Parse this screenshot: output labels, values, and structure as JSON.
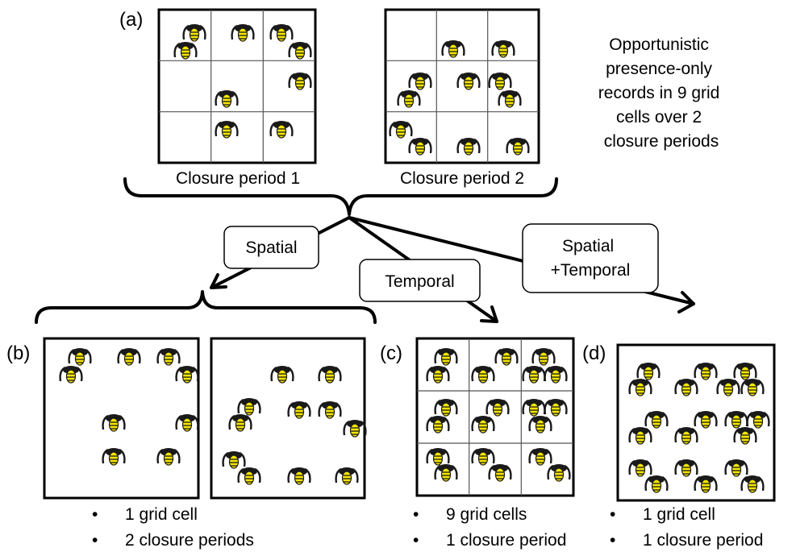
{
  "panels": {
    "a": {
      "label": "(a)",
      "period1_caption": "Closure period 1",
      "period2_caption": "Closure period 2",
      "description": [
        "Opportunistic",
        "presence-only",
        "records in 9 grid",
        "cells over 2",
        "closure periods"
      ]
    },
    "b": {
      "label": "(b)",
      "bullets": [
        "1 grid cell",
        "2 closure periods"
      ]
    },
    "c": {
      "label": "(c)",
      "bullets": [
        "9 grid cells",
        "1 closure period"
      ]
    },
    "d": {
      "label": "(d)",
      "bullets": [
        "1 grid cell",
        "1 closure period"
      ]
    }
  },
  "branches": {
    "spatial": "Spatial",
    "temporal": "Temporal",
    "spatial_temporal": [
      "Spatial",
      "+Temporal"
    ]
  },
  "bullet_char": "•",
  "icon": "wasp-icon",
  "colors": {
    "icon_body": "#1a1a1a",
    "icon_stripe": "#f5e600"
  }
}
